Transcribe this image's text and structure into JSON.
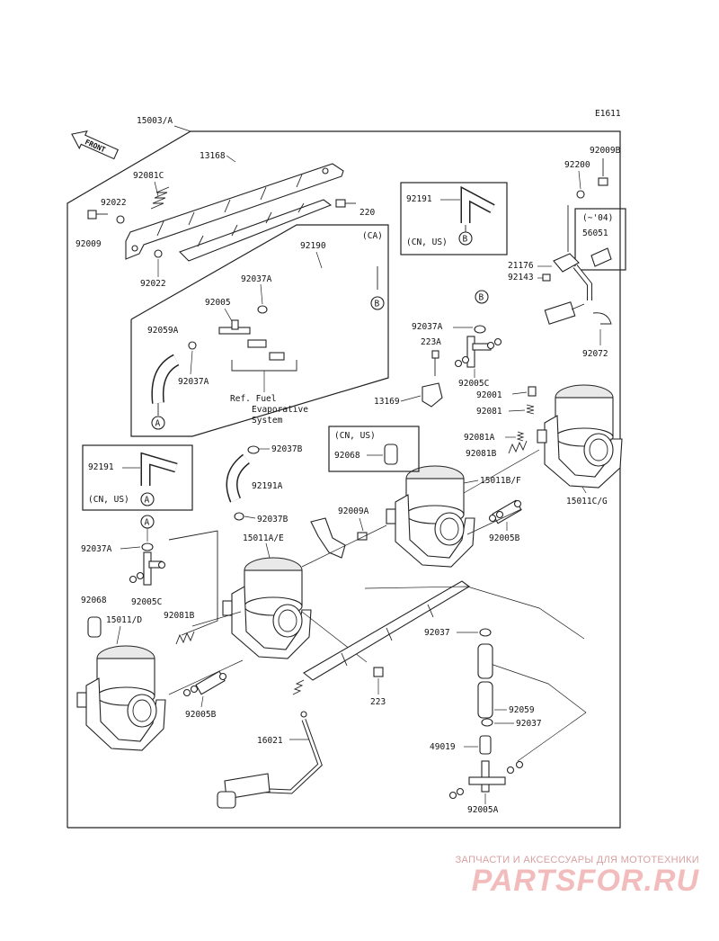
{
  "diagram_id": "E1611",
  "front_label": "FRONT",
  "assembly_label": "15003/A",
  "parts": {
    "p13168": "13168",
    "p92081c": "92081C",
    "p92022_top": "92022",
    "p92009": "92009",
    "p92022_bot": "92022",
    "p220": "220",
    "p92190": "92190",
    "p92037a_1": "92037A",
    "p92005": "92005",
    "p92059a": "92059A",
    "p92037a_2": "92037A",
    "p92191_right": "92191",
    "p92009b": "92009B",
    "p92200": "92200",
    "p56051": "56051",
    "p21176": "21176",
    "p92143": "92143",
    "p92037a_3": "92037A",
    "p223a": "223A",
    "p13169": "13169",
    "p92005c_1": "92005C",
    "p92001": "92001",
    "p92081": "92081",
    "p92081a": "92081A",
    "p92081b_1": "92081B",
    "p15011bf": "15011B/F",
    "p15011cg": "15011C/G",
    "p92072": "92072",
    "p92191_left": "92191",
    "p92037b_1": "92037B",
    "p92191a": "92191A",
    "p92068_box": "92068",
    "p92037b_2": "92037B",
    "p92009a": "92009A",
    "p15011ae": "15011A/E",
    "p92005b_1": "92005B",
    "p92037a_4": "92037A",
    "p92005c_2": "92005C",
    "p92068": "92068",
    "p15011d": "15011/D",
    "p92081b_2": "92081B",
    "p92005b_2": "92005B",
    "p223": "223",
    "p16021": "16021",
    "p92037_1": "92037",
    "p92059": "92059",
    "p92037_2": "92037",
    "p49019": "49019",
    "p92005a": "92005A"
  },
  "region_tags": {
    "ca": "(CA)",
    "cn_us_1": "(CN, US)",
    "cn_us_2": "(CN, US)",
    "cn_us_3": "(CN, US)",
    "year": "(~'04)"
  },
  "callouts": {
    "a": "A",
    "b": "B"
  },
  "ref_text": {
    "line1": "Ref. Fuel",
    "line2": "Evaporative",
    "line3": "System"
  },
  "watermark": {
    "subtitle": "ЗАПЧАСТИ И АКСЕССУАРЫ ДЛЯ МОТОТЕХНИКИ",
    "logo": "PARTSFOR.RU"
  },
  "colors": {
    "ink": "#222222",
    "watermark": "#f2bcbc",
    "watermark_sub": "#d9a0a0"
  }
}
